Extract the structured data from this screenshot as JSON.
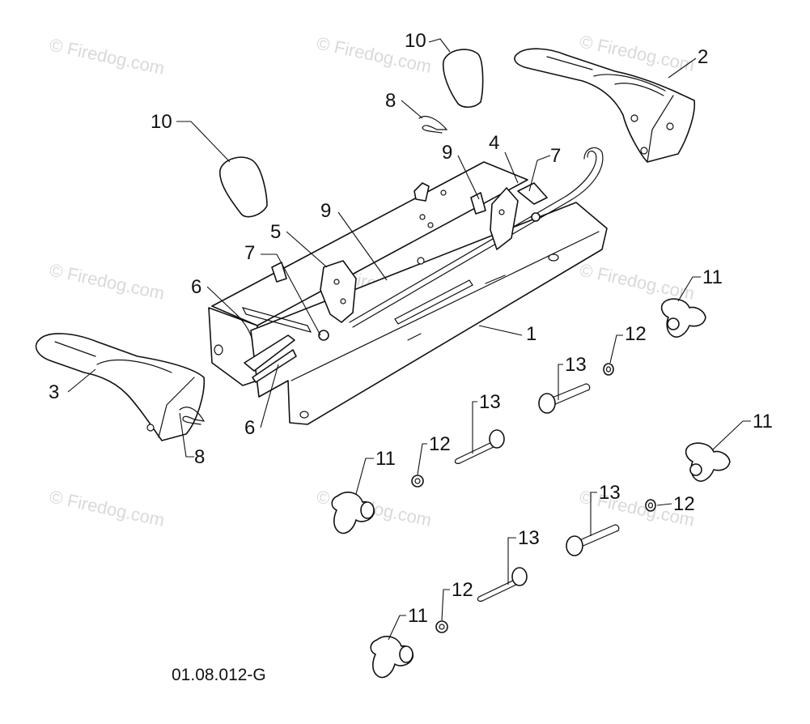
{
  "diagram": {
    "drawing_code": "01.08.012-G",
    "watermark_text": "Firedog.com",
    "watermark_symbol": "©",
    "callouts": {
      "c1": "1",
      "c2": "2",
      "c3": "3",
      "c4": "4",
      "c5": "5",
      "c6a": "6",
      "c6b": "6",
      "c7a": "7",
      "c7b": "7",
      "c8a": "8",
      "c8b": "8",
      "c9a": "9",
      "c9b": "9",
      "c10a": "10",
      "c10b": "10",
      "c11a": "11",
      "c11b": "11",
      "c11c": "11",
      "c11d": "11",
      "c12a": "12",
      "c12b": "12",
      "c12c": "12",
      "c12d": "12",
      "c13a": "13",
      "c13b": "13",
      "c13c": "13",
      "c13d": "13"
    }
  },
  "colors": {
    "line": "#111111",
    "watermark": "#d9d9d9",
    "background": "#ffffff"
  }
}
